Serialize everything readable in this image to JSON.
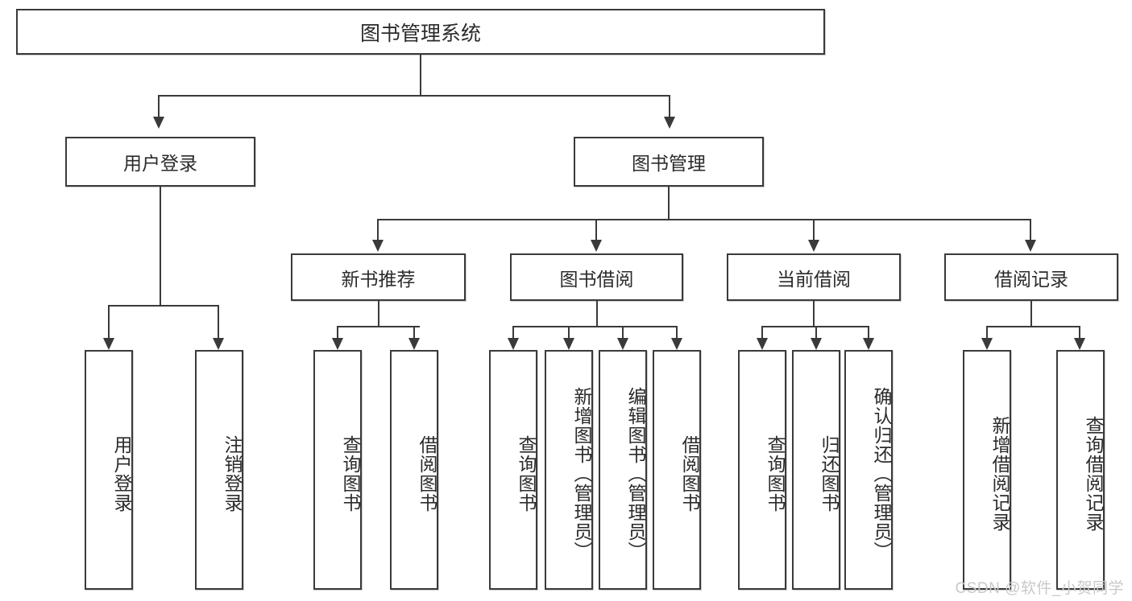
{
  "diagram": {
    "type": "tree-hierarchy",
    "title": "图书管理系统",
    "watermark": "CSDN @软件_小贺同学",
    "colors": {
      "box_border": "#3a3a3a",
      "box_fill": "#ffffff",
      "text": "#2b2b2b",
      "connector": "#3a3a3a",
      "watermark": "#c9c9c9"
    },
    "nodes": {
      "root": {
        "label": "图书管理系统"
      },
      "level2": [
        {
          "id": "user-login",
          "label": "用户登录"
        },
        {
          "id": "book-management",
          "label": "图书管理"
        }
      ],
      "level3": [
        {
          "id": "new-book-recommend",
          "label": "新书推荐"
        },
        {
          "id": "book-borrow",
          "label": "图书借阅"
        },
        {
          "id": "current-borrow",
          "label": "当前借阅"
        },
        {
          "id": "borrow-record",
          "label": "借阅记录"
        }
      ],
      "leaves": {
        "user_login": [
          {
            "id": "leaf-user-login",
            "label": "用户登录"
          },
          {
            "id": "leaf-logout-login",
            "label": "注销登录"
          }
        ],
        "new_book_recommend": [
          {
            "id": "leaf-query-book-1",
            "label": "查询图书"
          },
          {
            "id": "leaf-borrow-book-1",
            "label": "借阅图书"
          }
        ],
        "book_borrow": [
          {
            "id": "leaf-query-book-2",
            "label": "查询图书"
          },
          {
            "id": "leaf-add-book-admin",
            "label": "新增图书（管理员）"
          },
          {
            "id": "leaf-edit-book-admin",
            "label": "编辑图书（管理员）"
          },
          {
            "id": "leaf-borrow-book-2",
            "label": "借阅图书"
          }
        ],
        "current_borrow": [
          {
            "id": "leaf-query-book-3",
            "label": "查询图书"
          },
          {
            "id": "leaf-return-book",
            "label": "归还图书"
          },
          {
            "id": "leaf-confirm-return-admin",
            "label": "确认归还（管理员）"
          }
        ],
        "borrow_record": [
          {
            "id": "leaf-add-borrow-record",
            "label": "新增借阅记录"
          },
          {
            "id": "leaf-query-borrow-record",
            "label": "查询借阅记录"
          }
        ]
      }
    }
  }
}
